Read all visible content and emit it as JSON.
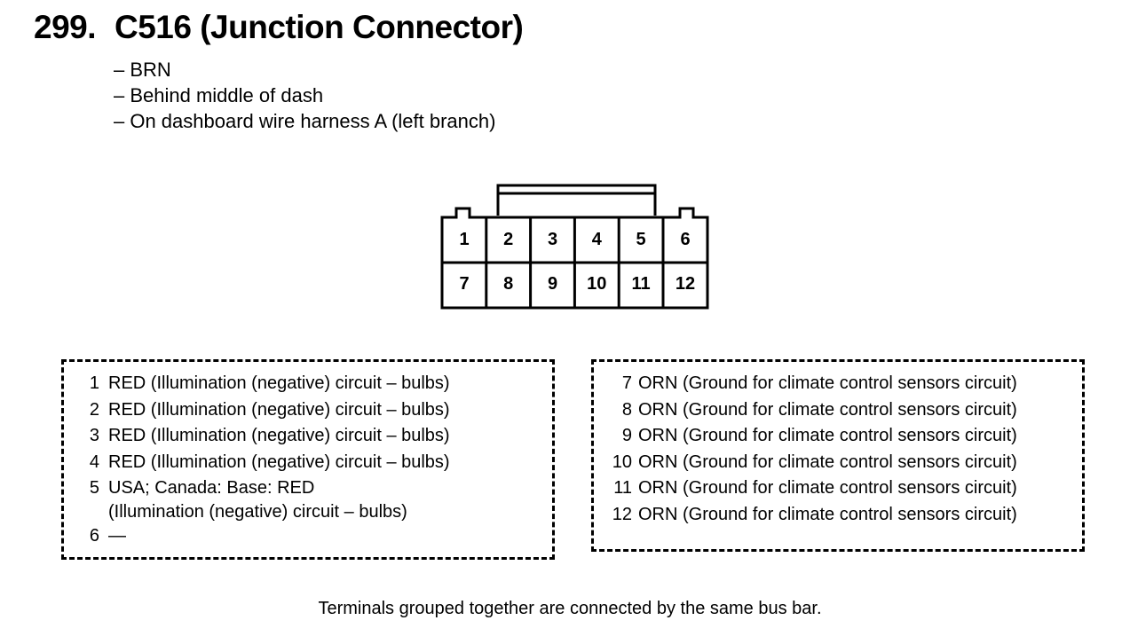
{
  "header": {
    "number": "299.",
    "title": "C516 (Junction Connector)"
  },
  "description": [
    "– BRN",
    "– Behind middle of dash",
    "– On dashboard wire harness A (left branch)"
  ],
  "connector": {
    "row1": [
      "1",
      "2",
      "3",
      "4",
      "5",
      "6"
    ],
    "row2": [
      "7",
      "8",
      "9",
      "10",
      "11",
      "12"
    ]
  },
  "group_left": {
    "rows": [
      {
        "num": "1",
        "text": "RED (Illumination (negative) circuit – bulbs)"
      },
      {
        "num": "2",
        "text": "RED (Illumination (negative) circuit – bulbs)"
      },
      {
        "num": "3",
        "text": "RED (Illumination (negative) circuit – bulbs)"
      },
      {
        "num": "4",
        "text": "RED (Illumination (negative) circuit – bulbs)"
      },
      {
        "num": "5",
        "text": "USA; Canada: Base: RED",
        "text2": "(Illumination (negative) circuit – bulbs)"
      },
      {
        "num": "6",
        "text": "—"
      }
    ]
  },
  "group_right": {
    "rows": [
      {
        "num": "7",
        "text": "ORN (Ground for climate control sensors circuit)"
      },
      {
        "num": "8",
        "text": "ORN (Ground for climate control sensors circuit)"
      },
      {
        "num": "9",
        "text": "ORN (Ground for climate control sensors circuit)"
      },
      {
        "num": "10",
        "text": "ORN (Ground for climate control sensors circuit)"
      },
      {
        "num": "11",
        "text": "ORN (Ground for climate control sensors circuit)"
      },
      {
        "num": "12",
        "text": "ORN (Ground for climate control sensors circuit)"
      }
    ]
  },
  "footer": "Terminals grouped together are connected by the same bus bar."
}
